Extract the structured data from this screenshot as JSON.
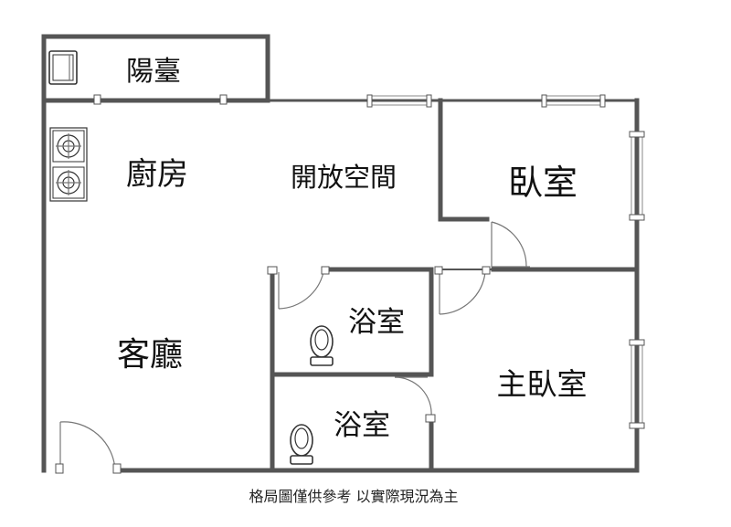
{
  "rooms": {
    "balcony": "陽臺",
    "kitchen": "廚房",
    "open_space": "開放空間",
    "bedroom": "臥室",
    "bathroom_1": "浴室",
    "bathroom_2": "浴室",
    "living_room": "客廳",
    "master_bedroom": "主臥室"
  },
  "note": "格局圖僅供參考 以實際現況為主",
  "colors": {
    "wall": "#555555",
    "text": "#111111",
    "background": "#ffffff"
  },
  "icons": [
    "stove-icon",
    "toilet-icon",
    "washing-machine-icon",
    "door-swing-icon"
  ]
}
